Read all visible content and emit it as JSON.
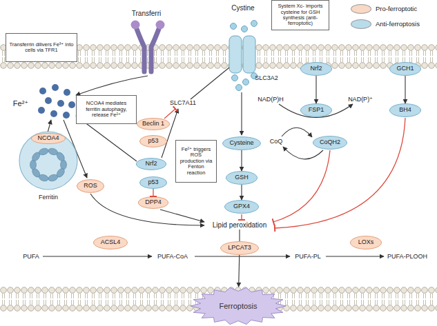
{
  "diagram": {
    "nodes": [
      {
        "text": [
          "Transferrin dilivers Fe³⁺ into cells via TFR1"
        ]
      },
      {
        "text": [
          "System Xc- imports cysteine for GSH synthesis (anti-ferroptotic)"
        ]
      },
      {
        "text": [
          "Nrf2"
        ]
      },
      {
        "text": [
          "GCH1"
        ]
      },
      {
        "text": [
          "NCOA4 mediates ferritin autophagy, release Fe²⁺"
        ]
      },
      {
        "text": [
          "Beclin 1"
        ]
      },
      {
        "text": [
          "FSP1"
        ]
      },
      {
        "text": [
          "BH4"
        ]
      },
      {
        "text": [
          "p53"
        ]
      },
      {
        "text": [
          "Cysteine"
        ]
      },
      {
        "text": [
          "CoQH2"
        ]
      },
      {
        "text": [
          "Ferritin"
        ]
      },
      {
        "text": [
          "NCOA4"
        ],
        "in": 11
      },
      {
        "text": [
          "Fe²⁺ triggers ROS production via Fenton reaction"
        ]
      },
      {
        "text": [
          "Nrf2"
        ]
      },
      {
        "text": [
          "GSH"
        ]
      },
      {
        "text": [
          "p53"
        ]
      },
      {
        "text": [
          "ROS"
        ]
      },
      {
        "text": [
          "DPP4"
        ]
      },
      {
        "text": [
          "GPX4"
        ]
      },
      {
        "text": [
          "ACSL4"
        ]
      },
      {
        "text": [
          "LPCAT3"
        ]
      },
      {
        "text": [
          "LOXs"
        ]
      },
      {
        "text": [
          "Ferroptosis"
        ]
      }
    ],
    "edges": [
      {
        "from": 9,
        "to": 15,
        "arrow": "to"
      },
      {
        "from": 15,
        "to": 19,
        "arrow": "to"
      },
      {
        "from": 2,
        "to": 6,
        "arrow": "to"
      },
      {
        "from": 3,
        "to": 7,
        "arrow": "to"
      },
      {
        "from": 16,
        "to": 18,
        "arrow": "to"
      },
      {
        "from": 21,
        "to": 23,
        "arrow": "to"
      }
    ],
    "labels": [
      "Transferri",
      "Cystine",
      "Fe²⁺",
      "SLC7A11",
      "SLC3A2",
      "NAD(P)H",
      "NAD(P)⁺",
      "CoQ",
      "Lipid peroxidation",
      "PUFA",
      "PUFA-CoA",
      "PUFA-PL",
      "PUFA-PLOOH"
    ],
    "legend": [
      {
        "text": "Pro-ferroptotic",
        "color": "#f9d8c4"
      },
      {
        "text": "Anti-ferroptosis",
        "color": "#b9dbea"
      }
    ]
  }
}
